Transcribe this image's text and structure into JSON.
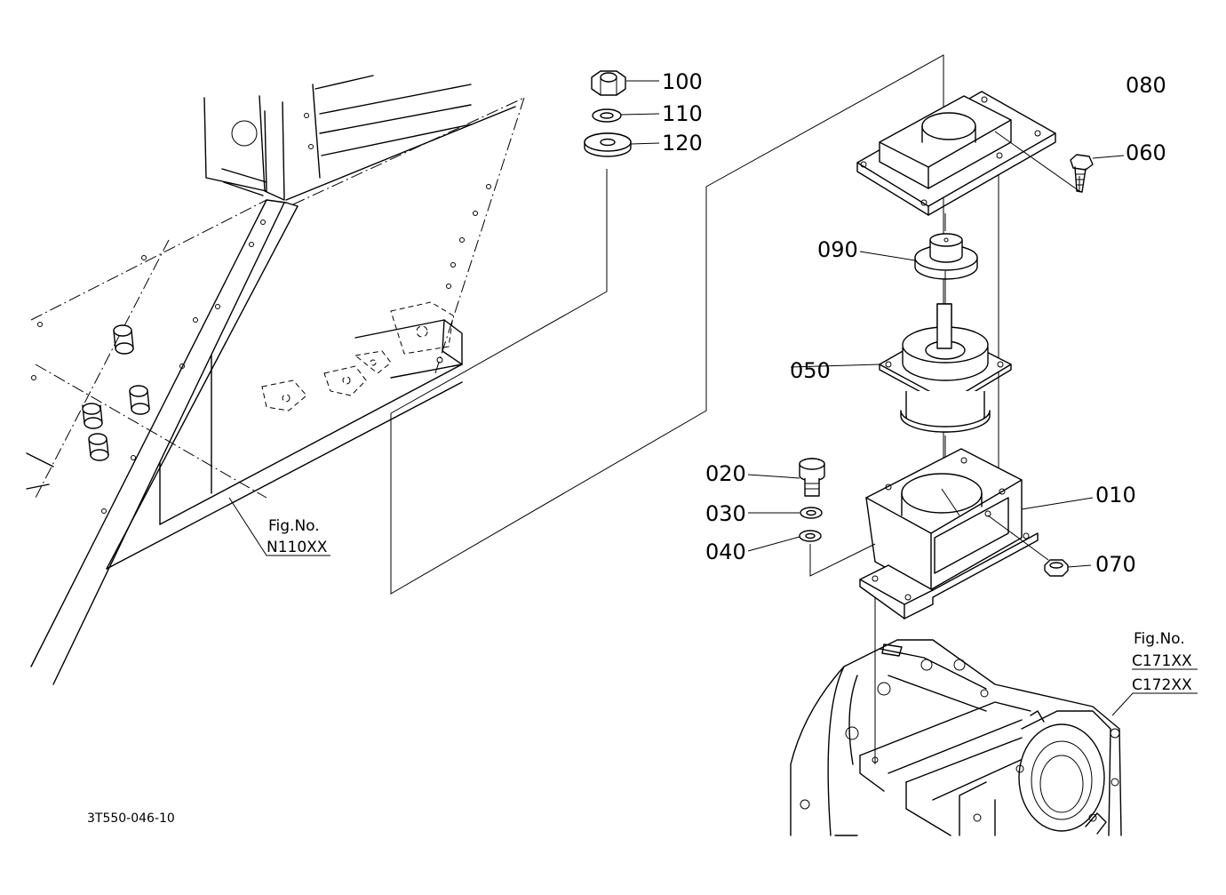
{
  "parts": {
    "p010": "010",
    "p020": "020",
    "p030": "030",
    "p040": "040",
    "p050": "050",
    "p060": "060",
    "p070": "070",
    "p080": "080",
    "p090": "090",
    "p100": "100",
    "p110": "110",
    "p120": "120"
  },
  "refs": {
    "n110": {
      "line1": "Fig.No.",
      "line2": "N110XX"
    },
    "c171": {
      "line1": "Fig.No.",
      "line2": "C171XX",
      "line3": "C172XX"
    }
  },
  "drawing_code": "3T550-046-10"
}
